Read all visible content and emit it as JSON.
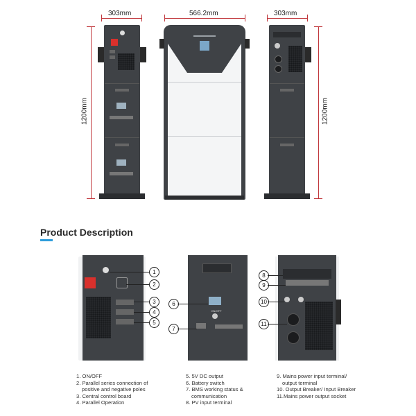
{
  "dimensions": {
    "left_width": "303mm",
    "middle_width": "566.2mm",
    "right_width": "303mm",
    "left_height": "1200mm",
    "right_height": "1200mm"
  },
  "section": {
    "title": "Product Description"
  },
  "callouts": [
    "1",
    "2",
    "3",
    "4",
    "5",
    "6",
    "7",
    "8",
    "9",
    "10",
    "11"
  ],
  "descriptions": {
    "col1": [
      "1. ON/OFF",
      "2. Parallel series connection of",
      "positive and negative poles",
      "3. Central control board",
      "4. Parallel Operation"
    ],
    "col2": [
      "5. 5V DC output",
      "6. Battery switch",
      "7. BMS working status &",
      "communication",
      "8. PV input terminal"
    ],
    "col3": [
      "9. Mains power input terminal/",
      "output terminal",
      "10. Output Breaker/ Input Breaker",
      "11.Mains power output socket"
    ]
  },
  "panel_labels": {
    "onoff": "ON/OFF"
  },
  "colors": {
    "dimension": "#c0353a",
    "accent": "#2d9cdb",
    "housing": "#3f4246",
    "switch_red": "#d9302c"
  }
}
